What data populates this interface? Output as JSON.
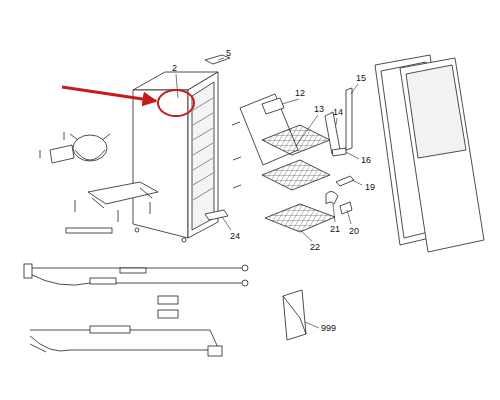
{
  "diagram": {
    "labels": [
      "2",
      "5",
      "12",
      "13",
      "14",
      "15",
      "16",
      "19",
      "20",
      "21",
      "22",
      "24",
      "999"
    ]
  }
}
